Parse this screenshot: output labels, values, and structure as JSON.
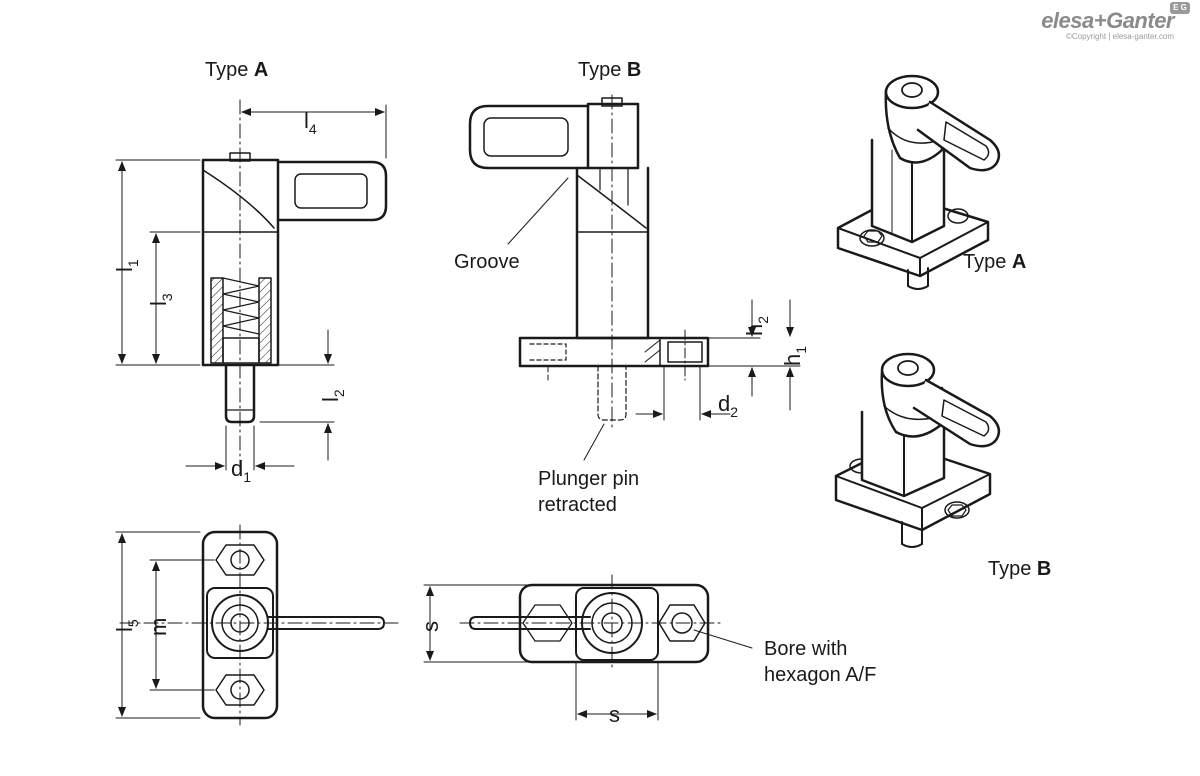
{
  "brand": {
    "name": "elesa+Ganter",
    "badge": "E G",
    "copyright": "©Copyright | elesa-ganter.com"
  },
  "labels": {
    "typeA_front": {
      "prefix": "Type ",
      "letter": "A"
    },
    "typeB_front": {
      "prefix": "Type ",
      "letter": "B"
    },
    "typeA_iso": {
      "prefix": "Type ",
      "letter": "A"
    },
    "typeB_iso": {
      "prefix": "Type ",
      "letter": "B"
    },
    "groove": "Groove",
    "plunger_line1": "Plunger pin",
    "plunger_line2": "retracted",
    "bore_line1": "Bore with",
    "bore_line2": "hexagon A/F"
  },
  "dimensions": {
    "l1": {
      "main": "l",
      "sub": "1"
    },
    "l2": {
      "main": "l",
      "sub": "2"
    },
    "l3": {
      "main": "l",
      "sub": "3"
    },
    "l4": {
      "main": "l",
      "sub": "4"
    },
    "l5": {
      "main": "l",
      "sub": "5"
    },
    "d1": {
      "main": "d",
      "sub": "1"
    },
    "d2": {
      "main": "d",
      "sub": "2"
    },
    "h1": {
      "main": "h",
      "sub": "1"
    },
    "h2": {
      "main": "h",
      "sub": "2"
    },
    "m": {
      "main": "m"
    },
    "s_vertical": {
      "main": "s"
    },
    "s_horizontal": {
      "main": "s"
    }
  },
  "colors": {
    "line": "#1a1a1a",
    "fill": "#ffffff",
    "brand": "#8a8a8a"
  }
}
